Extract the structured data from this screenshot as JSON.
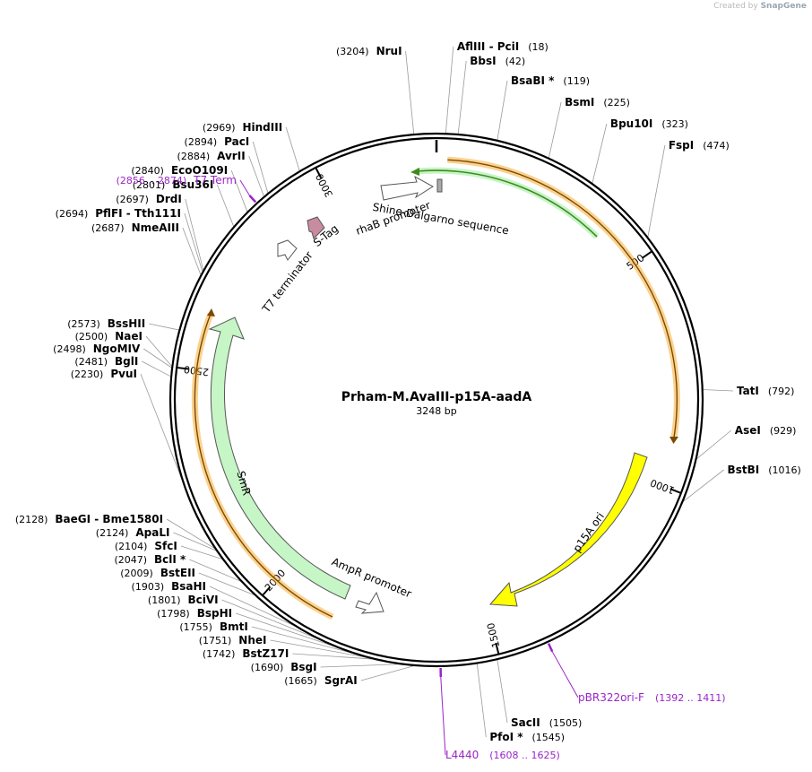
{
  "watermark": {
    "prefix": "Created by",
    "brand": "SnapGene"
  },
  "plasmid": {
    "name": "Prham-M.AvaIII-p15A-aadA",
    "length_label": "3248 bp",
    "length": 3248
  },
  "colors": {
    "backbone": "#000000",
    "orange": "#f7a51f",
    "green_fill": "#c6f5c6",
    "green_dark": "#3f8a1e",
    "yellow": "#ffff00",
    "mauve": "#c98ba0",
    "primer": "#9a25c8",
    "line": "#999999"
  },
  "ticks": [
    {
      "bp": 500,
      "label": "500"
    },
    {
      "bp": 1000,
      "label": "1000"
    },
    {
      "bp": 1500,
      "label": "1500"
    },
    {
      "bp": 2000,
      "label": "2000"
    },
    {
      "bp": 2500,
      "label": "2500"
    },
    {
      "bp": 3000,
      "label": "3000"
    }
  ],
  "enzymes": [
    {
      "name": "NruI",
      "pos": "(3204)",
      "bp": 3204,
      "side": "L"
    },
    {
      "name": "AflIII",
      "name2": "PciI",
      "pos": "(18)",
      "bp": 18,
      "side": "R"
    },
    {
      "name": "BbsI",
      "pos": "(42)",
      "bp": 42,
      "side": "R"
    },
    {
      "name": "BsaBI *",
      "pos": "(119)",
      "bp": 119,
      "side": "R"
    },
    {
      "name": "BsmI",
      "pos": "(225)",
      "bp": 225,
      "side": "R"
    },
    {
      "name": "Bpu10I",
      "pos": "(323)",
      "bp": 323,
      "side": "R"
    },
    {
      "name": "FspI",
      "pos": "(474)",
      "bp": 474,
      "side": "R"
    },
    {
      "name": "TatI",
      "pos": "(792)",
      "bp": 792,
      "side": "R"
    },
    {
      "name": "AseI",
      "pos": "(929)",
      "bp": 929,
      "side": "R"
    },
    {
      "name": "BstBI",
      "pos": "(1016)",
      "bp": 1016,
      "side": "R"
    },
    {
      "name": "SacII",
      "pos": "(1505)",
      "bp": 1505,
      "side": "R"
    },
    {
      "name": "PfoI *",
      "pos": "(1545)",
      "bp": 1545,
      "side": "R"
    },
    {
      "name": "SgrAI",
      "pos": "(1665)",
      "bp": 1665,
      "side": "L"
    },
    {
      "name": "BsgI",
      "pos": "(1690)",
      "bp": 1690,
      "side": "L"
    },
    {
      "name": "BstZ17I",
      "pos": "(1742)",
      "bp": 1742,
      "side": "L"
    },
    {
      "name": "NheI",
      "pos": "(1751)",
      "bp": 1751,
      "side": "L"
    },
    {
      "name": "BmtI",
      "pos": "(1755)",
      "bp": 1755,
      "side": "L"
    },
    {
      "name": "BspHI",
      "pos": "(1798)",
      "bp": 1798,
      "side": "L"
    },
    {
      "name": "BciVI",
      "pos": "(1801)",
      "bp": 1801,
      "side": "L"
    },
    {
      "name": "BsaHI",
      "pos": "(1903)",
      "bp": 1903,
      "side": "L"
    },
    {
      "name": "BstEII",
      "pos": "(2009)",
      "bp": 2009,
      "side": "L"
    },
    {
      "name": "BclI *",
      "pos": "(2047)",
      "bp": 2047,
      "side": "L"
    },
    {
      "name": "SfcI",
      "pos": "(2104)",
      "bp": 2104,
      "side": "L"
    },
    {
      "name": "ApaLI",
      "pos": "(2124)",
      "bp": 2124,
      "side": "L"
    },
    {
      "name": "BaeGI",
      "name2": "Bme1580I",
      "pos": "(2128)",
      "bp": 2128,
      "side": "L"
    },
    {
      "name": "PvuI",
      "pos": "(2230)",
      "bp": 2230,
      "side": "L"
    },
    {
      "name": "BglI",
      "pos": "(2481)",
      "bp": 2481,
      "side": "L"
    },
    {
      "name": "NgoMIV",
      "pos": "(2498)",
      "bp": 2498,
      "side": "L"
    },
    {
      "name": "NaeI",
      "pos": "(2500)",
      "bp": 2500,
      "side": "L"
    },
    {
      "name": "BssHII",
      "pos": "(2573)",
      "bp": 2573,
      "side": "L"
    },
    {
      "name": "NmeAIII",
      "pos": "(2687)",
      "bp": 2687,
      "side": "L"
    },
    {
      "name": "PflFI",
      "name2": "Tth111I",
      "pos": "(2694)",
      "bp": 2694,
      "side": "L"
    },
    {
      "name": "DrdI",
      "pos": "(2697)",
      "bp": 2697,
      "side": "L"
    },
    {
      "name": "Bsu36I",
      "pos": "(2801)",
      "bp": 2801,
      "side": "L"
    },
    {
      "name": "EcoO109I",
      "pos": "(2840)",
      "bp": 2840,
      "side": "L"
    },
    {
      "name": "AvrII",
      "pos": "(2884)",
      "bp": 2884,
      "side": "L"
    },
    {
      "name": "PacI",
      "pos": "(2894)",
      "bp": 2894,
      "side": "L"
    },
    {
      "name": "HindIII",
      "pos": "(2969)",
      "bp": 2969,
      "side": "L"
    }
  ],
  "primers": [
    {
      "name": "T7 Term",
      "pos": "(2856 .. 2874)",
      "bp": 2865,
      "side": "L"
    },
    {
      "name": "pBR322ori-F",
      "pos": "(1392 .. 1411)",
      "bp": 1401,
      "side": "R"
    },
    {
      "name": "L4440",
      "pos": "(1608 .. 1625)",
      "bp": 1616,
      "side": "R"
    }
  ],
  "features": [
    {
      "name": "p15A ori",
      "type": "yellow-arrow"
    },
    {
      "name": "SmR",
      "type": "green-arrow"
    },
    {
      "name": "AmpR promoter",
      "type": "promoter"
    },
    {
      "name": "T7 terminator",
      "type": "terminator"
    },
    {
      "name": "S-Tag",
      "type": "tag"
    },
    {
      "name": "rhaB promoter",
      "type": "promoter"
    },
    {
      "name": "Shine-Dalgarno sequence",
      "type": "rbs"
    }
  ]
}
